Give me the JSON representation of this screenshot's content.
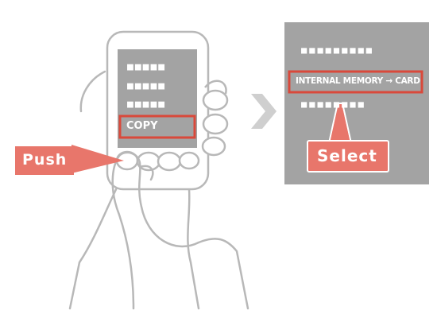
{
  "device_screen": {
    "menu_items": [
      "■■■■■",
      "■■■■■",
      "■■■■■"
    ],
    "selected_item": "COPY"
  },
  "submenu_screen": {
    "top_item": "■■■■■■■■■",
    "selected_item": "INTERNAL MEMORY → CARD",
    "bottom_item": "■■■■■■■■"
  },
  "callouts": {
    "push": "Push",
    "select": "Select"
  },
  "colors": {
    "accent": "#e8766b",
    "highlight_border": "#d9493b",
    "screen_gray": "#a3a3a3",
    "panel_gray": "#a3a3a3",
    "outline": "#b8b8b8",
    "arrow": "#cfcfcf"
  },
  "icons": {
    "hand_holding_device": "hand-with-device-illustration",
    "next_step_arrow": "chevron-right-icon"
  }
}
